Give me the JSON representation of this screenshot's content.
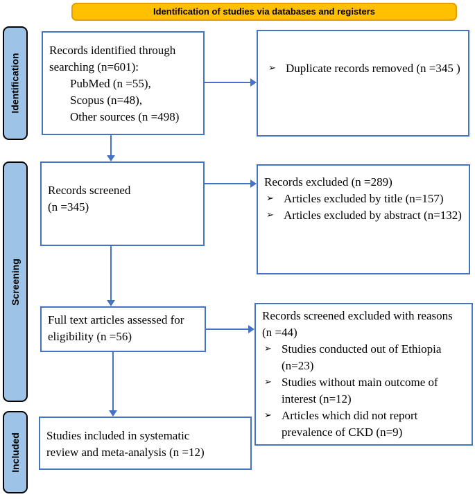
{
  "banner": {
    "label": "Identification of studies via databases and registers"
  },
  "sidebar": {
    "identification_label": "Identification",
    "screening_label": "Screening",
    "included_label": "Included"
  },
  "bullet_glyph": "➢",
  "colors": {
    "banner_fill": "#FFC000",
    "banner_border": "#E0A000",
    "box_border": "#4472C4",
    "arrow": "#4472C4",
    "sidebar_fill": "#9DC3E6",
    "sidebar_border": "#000000"
  },
  "boxes": {
    "identified": {
      "title": "Records identified through searching (n=601):",
      "sources": [
        "PubMed (n =55),",
        "Scopus (n=48),",
        "Other sources (n =498)"
      ]
    },
    "duplicates": {
      "bullets": [
        "Duplicate records removed  (n =345 )"
      ]
    },
    "screened": {
      "text": "Records screened\n(n =345)"
    },
    "excluded": {
      "title": "Records excluded (n =289)",
      "bullets": [
        "Articles excluded by title (n=157)",
        "Articles excluded by abstract (n=132)"
      ]
    },
    "fulltext": {
      "text": "Full text articles assessed for eligibility (n =56)"
    },
    "reasons": {
      "title": "Records screened excluded with reasons (n =44)",
      "bullets": [
        "Studies conducted out of Ethiopia (n=23)",
        "Studies without main outcome of interest (n=12)",
        "Articles which did not report prevalence of CKD (n=9)"
      ]
    },
    "included": {
      "text": "Studies included in systematic review and meta-analysis (n =12)"
    }
  }
}
